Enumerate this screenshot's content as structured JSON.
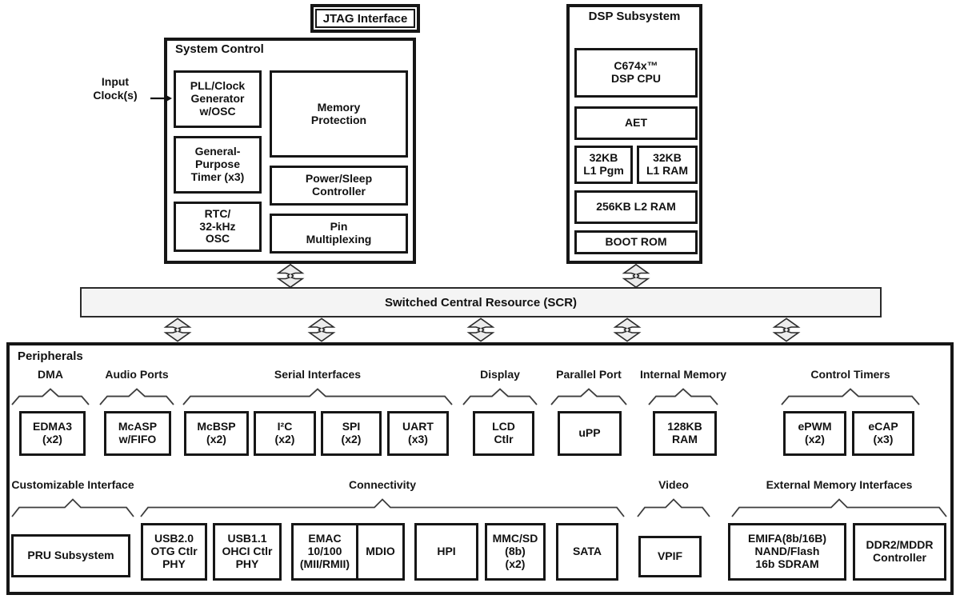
{
  "palette": {
    "border": "#161616",
    "scr_fill": "#f4f4f4",
    "connector_fill": "#ececec",
    "brace_color": "#3d3d3d"
  },
  "jtag": {
    "label": "JTAG Interface"
  },
  "input_clock": {
    "label": "Input\nClock(s)"
  },
  "system_control": {
    "title": "System Control",
    "boxes": {
      "pll": "PLL/Clock\nGenerator\nw/OSC",
      "memory_protection": "Memory\nProtection",
      "gp_timer": "General-\nPurpose\nTimer (x3)",
      "power_sleep": "Power/Sleep\nController",
      "rtc": "RTC/\n32-kHz\nOSC",
      "pin_mux": "Pin\nMultiplexing"
    }
  },
  "dsp_subsystem": {
    "title": "DSP Subsystem",
    "boxes": {
      "cpu": "C674x™\nDSP CPU",
      "aet": "AET",
      "l1_pgm": "32KB\nL1 Pgm",
      "l1_ram": "32KB\nL1 RAM",
      "l2_ram": "256KB L2 RAM",
      "boot_rom": "BOOT ROM"
    }
  },
  "scr": {
    "label": "Switched Central Resource (SCR)"
  },
  "peripherals": {
    "title": "Peripherals",
    "row1": [
      {
        "group": "DMA",
        "boxes": [
          "EDMA3\n(x2)"
        ]
      },
      {
        "group": "Audio Ports",
        "boxes": [
          "McASP\nw/FIFO"
        ]
      },
      {
        "group": "Serial Interfaces",
        "boxes": [
          "McBSP\n(x2)",
          "I²C\n(x2)",
          "SPI\n(x2)",
          "UART\n(x3)"
        ]
      },
      {
        "group": "Display",
        "boxes": [
          "LCD\nCtlr"
        ]
      },
      {
        "group": "Parallel Port",
        "boxes": [
          "uPP"
        ]
      },
      {
        "group": "Internal Memory",
        "boxes": [
          "128KB\nRAM"
        ]
      },
      {
        "group": "Control Timers",
        "boxes": [
          "ePWM\n(x2)",
          "eCAP\n(x3)"
        ]
      }
    ],
    "row2": [
      {
        "group": "Customizable Interface",
        "boxes": [
          "PRU Subsystem"
        ]
      },
      {
        "group": "Connectivity",
        "boxes": [
          "USB2.0\nOTG Ctlr\nPHY",
          "USB1.1\nOHCI Ctlr\nPHY",
          "EMAC\n10/100\n(MII/RMII)",
          "MDIO",
          "HPI",
          "MMC/SD\n(8b)\n(x2)",
          "SATA"
        ]
      },
      {
        "group": "Video",
        "boxes": [
          "VPIF"
        ]
      },
      {
        "group": "External Memory Interfaces",
        "boxes": [
          "EMIFA(8b/16B)\nNAND/Flash\n16b SDRAM",
          "DDR2/MDDR\nController"
        ]
      }
    ]
  }
}
